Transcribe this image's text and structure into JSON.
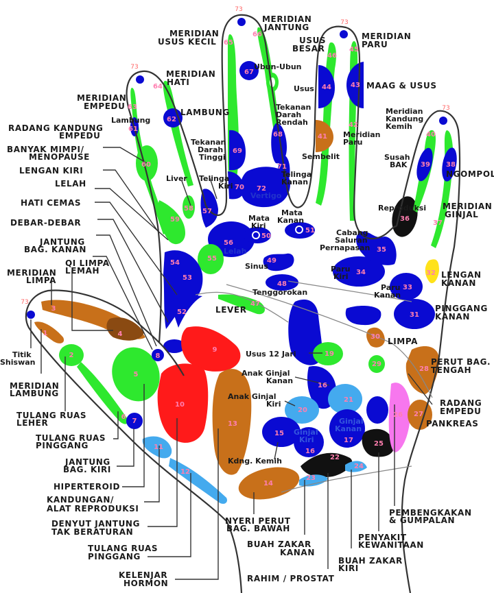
{
  "colors": {
    "blue": "#0a0ad2",
    "green": "#2ee82e",
    "brown": "#c8701a",
    "dark_brown": "#8a4a12",
    "red": "#ff1a1a",
    "light_blue": "#44aaee",
    "pink": "#f777ee",
    "black": "#111111",
    "yellow": "#ffe21a",
    "number_text": "#ff7fb0"
  },
  "fingertip_marks": [
    "73",
    "73",
    "73",
    "73",
    "73"
  ],
  "zones": {
    "z1": "1",
    "z2": "2",
    "z3": "3",
    "z4": "4",
    "z5": "5",
    "z6": "6",
    "z7": "7",
    "z8": "8",
    "z9": "9",
    "z10": "10",
    "z11": "11",
    "z12": "12",
    "z13": "13",
    "z14": "14",
    "z15": "15",
    "z16a": "16",
    "z16b": "16",
    "z17": "17",
    "z19": "19",
    "z20": "20",
    "z21": "21",
    "z22": "22",
    "z23": "23",
    "z24": "24",
    "z25": "25",
    "z26": "26",
    "z27": "27",
    "z28": "28",
    "z29": "29",
    "z30": "30",
    "z31": "31",
    "z32": "32",
    "z33": "33",
    "z34": "34",
    "z35": "35",
    "z36": "36",
    "z37": "37",
    "z38": "38",
    "z39": "39",
    "z40": "40",
    "z41": "41",
    "z42": "42",
    "z43": "43",
    "z44": "44",
    "z45": "45",
    "z46": "46",
    "z47": "47",
    "z48": "48",
    "z49": "49",
    "z50": "50",
    "z51": "51",
    "z52": "52",
    "z53": "53",
    "z54": "54",
    "z55": "55",
    "z56": "56",
    "z57": "57",
    "z58": "58",
    "z59": "59",
    "z60": "60",
    "z61": "61",
    "z62": "62",
    "z63": "63",
    "z64": "64",
    "z65": "65",
    "z66": "66",
    "z67": "67",
    "z68": "68",
    "z69": "69",
    "z70": "70",
    "z71": "71",
    "z72": "72"
  },
  "labels": {
    "meridian_usus_kecil": [
      "MERIDIAN",
      "USUS KECIL"
    ],
    "meridian_jantung": [
      "MERIDIAN",
      "JANTUNG"
    ],
    "usus_besar": [
      "USUS",
      "BESAR"
    ],
    "meridian_paru_top": [
      "MERIDIAN",
      "PARU"
    ],
    "meridian_hati": [
      "MERIDIAN",
      "HATI"
    ],
    "meridian_empedu": [
      "MERIDIAN",
      "EMPEDU"
    ],
    "lambung_small": "Lambung",
    "lambung_caps": "LAMBUNG",
    "ubun_ubun": "Ubun-Ubun",
    "usus": "Usus",
    "maag_usus": "MAAG & USUS",
    "tekanan_darah_rendah": [
      "Tekanan",
      "Darah",
      "Rendah"
    ],
    "tekanan_darah_tinggi": [
      "Tekanan",
      "Darah",
      "Tinggi"
    ],
    "meridian_paru_mid": [
      "Meridian",
      "Paru"
    ],
    "sembelit": "Sembelit",
    "meridian_kandung_kemih": [
      "Meridian",
      "Kandung",
      "Kemih"
    ],
    "susah_bak": [
      "Susah",
      "BAK"
    ],
    "ngompol": "NGOMPOL",
    "reproduksi": "Reproduksi",
    "meridian_ginjal": [
      "MERIDIAN",
      "GINJAL"
    ],
    "radang_kandung_empedu": [
      "RADANG KANDUNG",
      "EMPEDU"
    ],
    "banyak_mimpi": [
      "BANYAK MIMPI/",
      "MENOPAUSE"
    ],
    "lengan_kiri": "LENGAN KIRI",
    "lelah_caps": "LELAH",
    "hati_cemas": "HATI CEMAS",
    "debar_debar": "DEBAR-DEBAR",
    "jantung_bag_kanan": [
      "JANTUNG",
      "BAG. KANAN"
    ],
    "qi_limpa_lemah": [
      "QI LIMPA",
      "LEMAH"
    ],
    "meridian_limpa": [
      "MERIDIAN",
      "LIMPA"
    ],
    "liver": "Liver",
    "telinga_kiri": [
      "Telinga",
      "Kiri"
    ],
    "telinga_kanan": [
      "Telinga",
      "Kanan"
    ],
    "vertigo": "Vertigo",
    "mata_kiri": [
      "Mata",
      "Kiri"
    ],
    "mata_kanan": [
      "Mata",
      "Kanan"
    ],
    "lelah_small": "Lelah",
    "sinus": "Sinus",
    "tenggorokan": "Tenggorokan",
    "cabang_saluran": [
      "Cabang",
      "Saluran",
      "Pernapasan"
    ],
    "paru_kiri": [
      "Paru",
      "Kiri"
    ],
    "paru_kanan": [
      "Paru",
      "Kanan"
    ],
    "lengan_kanan": [
      "LENGAN",
      "KANAN"
    ],
    "pinggang_kanan": [
      "PINGGANG",
      "KANAN"
    ],
    "lever": "LEVER",
    "limpa": "LIMPA",
    "usus_12_jari": "Usus 12 Jari",
    "anak_ginjal_kanan": [
      "Anak Ginjal",
      "Kanan"
    ],
    "anak_ginjal_kiri": [
      "Anak Ginjal",
      "Kiri"
    ],
    "ginjal_kiri": [
      "Ginjal",
      "Kiri"
    ],
    "ginjal_kanan": [
      "Ginjal",
      "Kanan"
    ],
    "perut_bag_tengah": [
      "PERUT BAG.",
      "TENGAH"
    ],
    "radang_empedu": [
      "RADANG",
      "EMPEDU"
    ],
    "pankreas": "PANKREAS",
    "kdng_kemih": "Kdng. Kemih",
    "titik_shiswan": [
      "Titik",
      "Shiswan"
    ],
    "meridian_lambung": [
      "MERIDIAN",
      "LAMBUNG"
    ],
    "tulang_ruas_leher": [
      "TULANG RUAS",
      "LEHER"
    ],
    "tulang_ruas_pinggang_1": [
      "TULANG RUAS",
      "PINGGANG"
    ],
    "jantung_bag_kiri": [
      "JANTUNG",
      "BAG. KIRI"
    ],
    "hiperteroid": "HIPERTEROID",
    "kandungan": [
      "KANDUNGAN/",
      "ALAT REPRODUKSI"
    ],
    "denyut_jantung": [
      "DENYUT JANTUNG",
      "TAK BERATURAN"
    ],
    "tulang_ruas_pinggang_2": [
      "TULANG RUAS",
      "PINGGANG"
    ],
    "kelenjar_hormon": [
      "KELENJAR",
      "HORMON"
    ],
    "nyeri_perut": [
      "NYERI PERUT",
      "BAG. BAWAH"
    ],
    "buah_zakar_kanan": [
      "BUAH ZAKAR",
      "KANAN"
    ],
    "rahim_prostat": "RAHIM / PROSTAT",
    "buah_zakar_kiri": [
      "BUAH ZAKAR",
      "KIRI"
    ],
    "penyakit_kewanitaan": [
      "PENYAKIT",
      "KEWANITAAN"
    ],
    "pembengkakan": [
      "PEMBENGKAKAN",
      "& GUMPALAN"
    ]
  }
}
